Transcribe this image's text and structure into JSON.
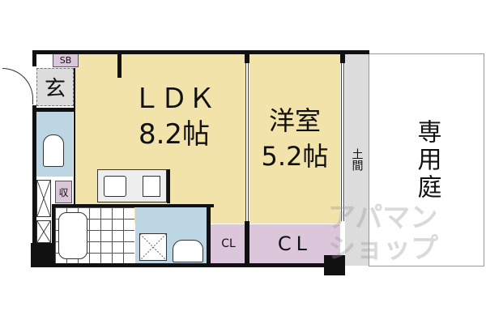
{
  "rooms": {
    "sb": "SB",
    "entrance": "玄",
    "storage": "収",
    "ldk_name": "ＬＤＫ",
    "ldk_size": "8.2帖",
    "western_name": "洋室",
    "western_size": "5.2帖",
    "closet_small": "CL",
    "closet_large": "CL",
    "doma": "土間",
    "garden": "専用庭"
  },
  "watermark": "アパマンショップ",
  "colors": {
    "ldk": "#f1e3a9",
    "closet": "#dcc6dc",
    "wet_area": "#bcd6e4",
    "entrance": "#dcdcdc"
  }
}
